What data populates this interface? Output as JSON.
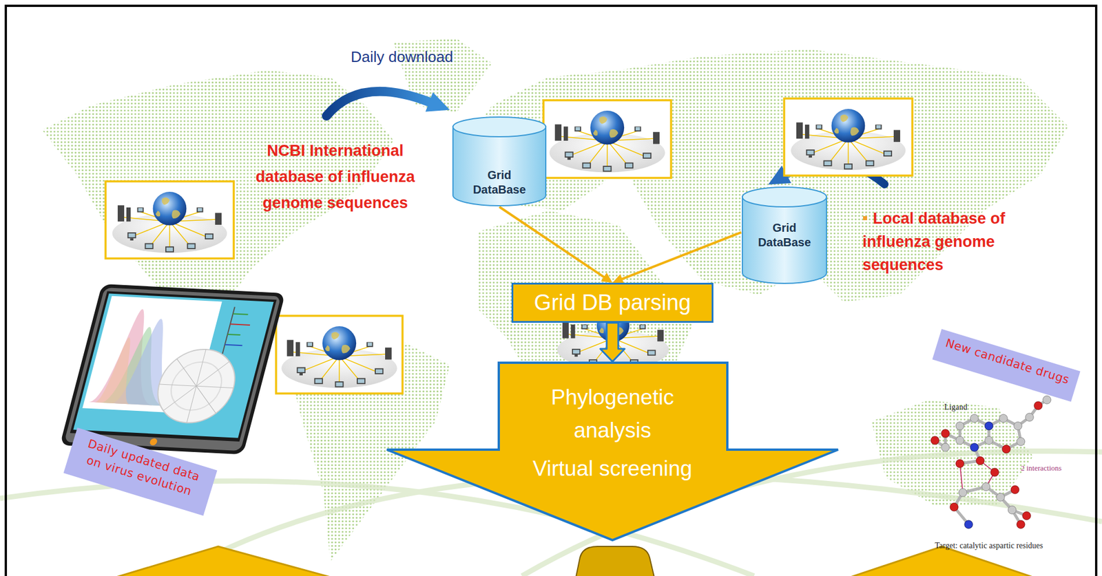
{
  "diagram": {
    "nodes": [
      {
        "text": [
          "Grid DataBase"
        ]
      },
      {
        "text": [
          "Grid DataBase"
        ]
      },
      {
        "text": [
          "Grid DB parsing"
        ]
      },
      {
        "text": [
          "New candidate drugs"
        ]
      },
      {
        "text": [
          "Phylogenetic analysis",
          "Virtual screening"
        ]
      },
      {
        "text": [
          "Daily updated data on virus evolution"
        ]
      }
    ],
    "edges": [
      {
        "from": 0,
        "to": 2,
        "arrow": "to"
      },
      {
        "from": 1,
        "to": 2,
        "arrow": "to"
      },
      {
        "from": 2,
        "to": 4,
        "arrow": "to"
      }
    ],
    "labels": [
      "Daily download",
      "NCBI International database of influenza genome sequences",
      "Local database of influenza genome sequences",
      "Ligand",
      "2 interactions",
      "Target: catalytic aspartic residues"
    ]
  }
}
